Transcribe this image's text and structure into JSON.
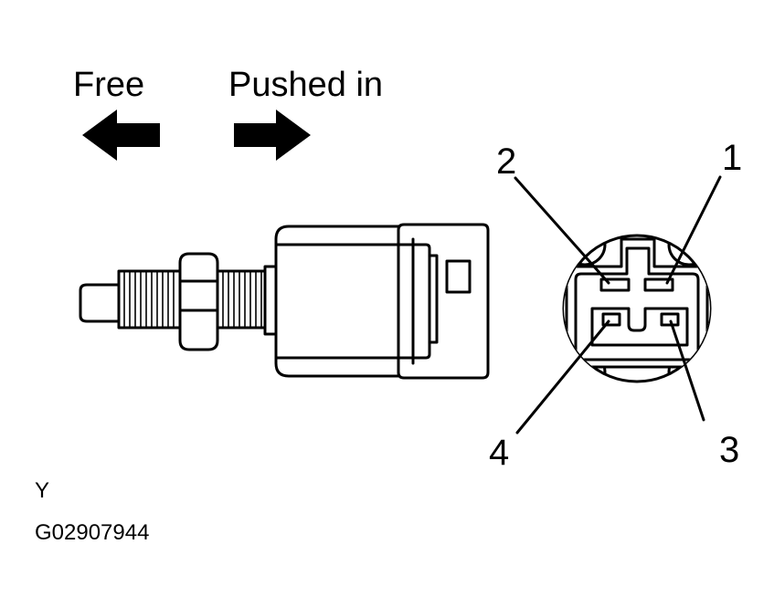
{
  "direction": {
    "free_label": "Free",
    "pushed_label": "Pushed in"
  },
  "terminals": {
    "t1": "1",
    "t2": "2",
    "t3": "3",
    "t4": "4"
  },
  "footer": {
    "code_letter": "Y",
    "figure_id": "G02907944"
  }
}
